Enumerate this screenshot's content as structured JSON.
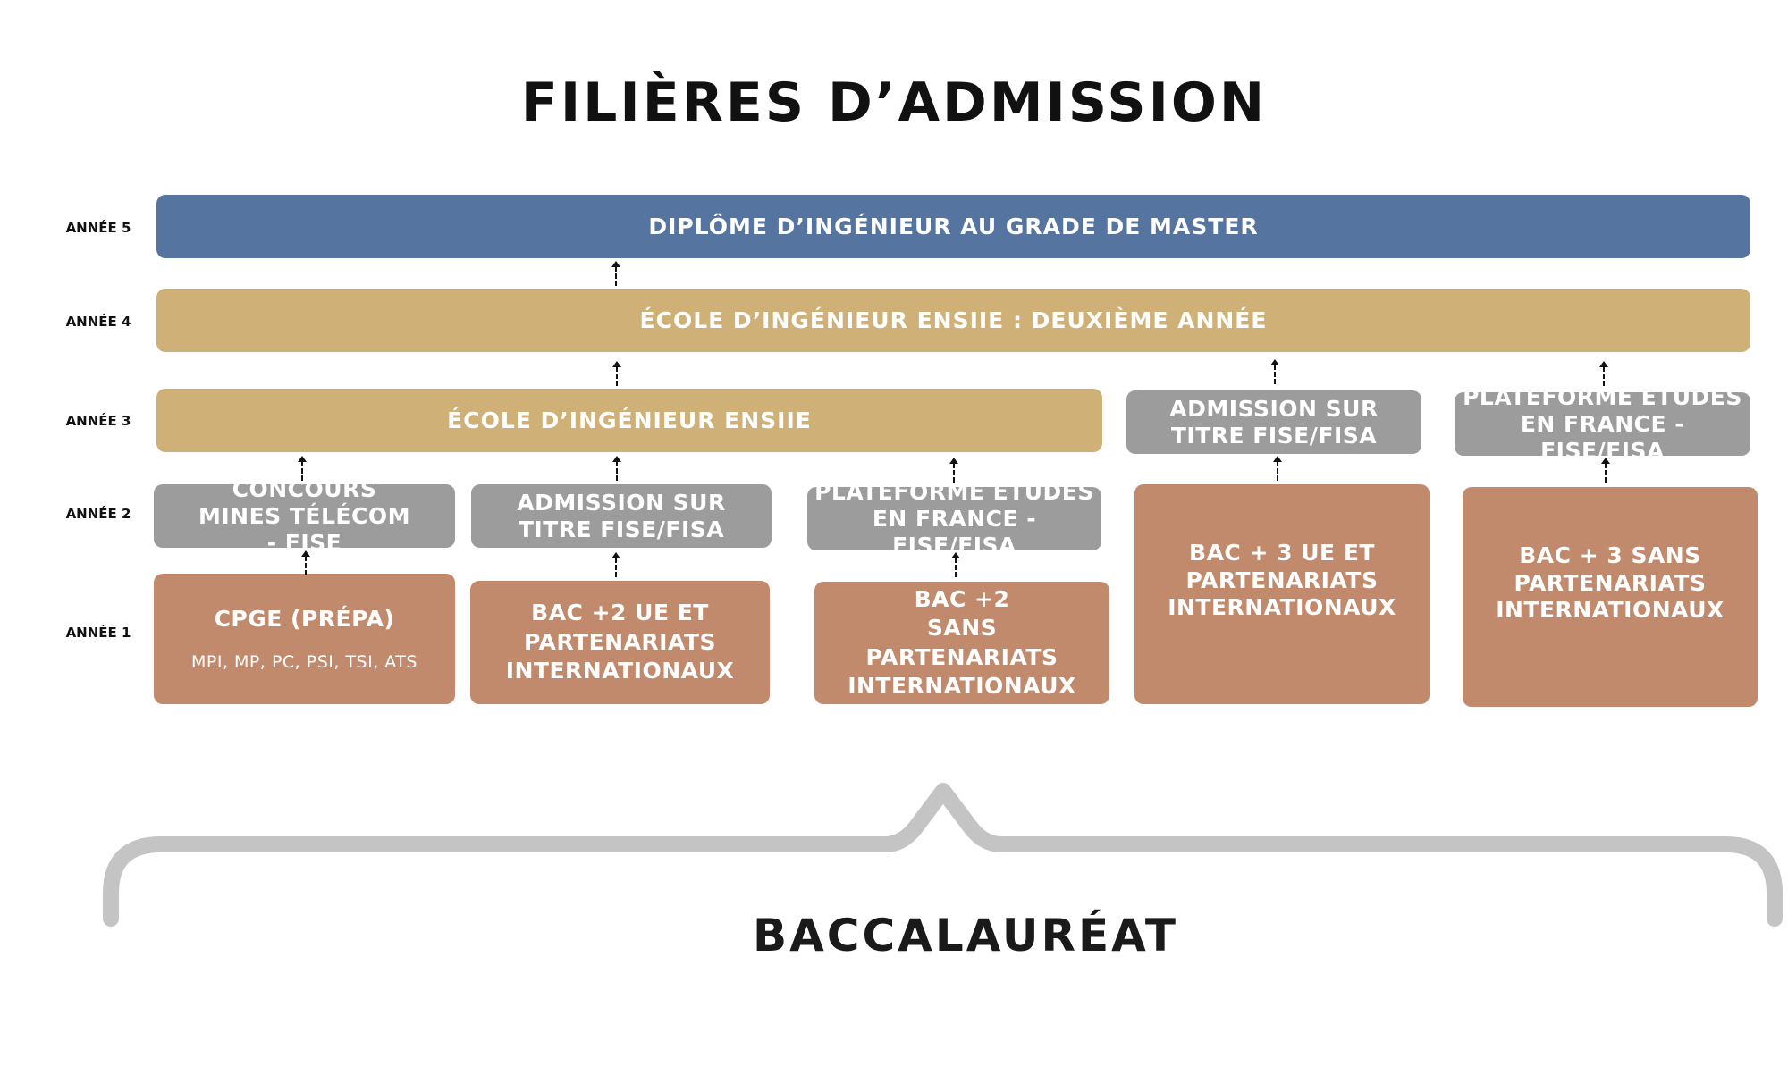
{
  "title": "FILIÈRES D’ADMISSION",
  "years": {
    "y5": "ANNÉE 5",
    "y4": "ANNÉE 4",
    "y3": "ANNÉE 3",
    "y2": "ANNÉE 2",
    "y1": "ANNÉE 1"
  },
  "level5": {
    "diplome": "DIPLÔME D’INGÉNIEUR AU GRADE DE MASTER"
  },
  "level4": {
    "ecole_2a": "ÉCOLE D’INGÉNIEUR ENSIIE : DEUXIÈME ANNÉE"
  },
  "level3": {
    "ecole": "ÉCOLE D’INGÉNIEUR ENSIIE",
    "admission_titre": "ADMISSION SUR TITRE FISE/FISA",
    "plateforme": "PLATEFORME ÉTUDES EN FRANCE - FISE/FISA"
  },
  "level2": {
    "concours": "CONCOURS MINES TÉLÉCOM - FISE",
    "admission_titre": "ADMISSION SUR TITRE FISE/FISA",
    "plateforme": "PLATEFORME ÉTUDES EN FRANCE - FISE/FISA",
    "bac3_ue": "BAC + 3 UE ET PARTENARIATS INTERNATIONAUX",
    "bac3_sans": "BAC + 3 SANS PARTENARIATS INTERNATIONAUX"
  },
  "level1": {
    "cpge": "CPGE (PRÉPA)",
    "cpge_sub": "MPI, MP, PC, PSI, TSI, ATS",
    "bac2_ue": "BAC +2 UE ET PARTENARIATS INTERNATIONAUX",
    "bac2_sans_line1": "BAC +2",
    "bac2_sans_line2": "SANS PARTENARIATS INTERNATIONAUX"
  },
  "baccalaureat": "BACCALAURÉAT",
  "colors": {
    "blue": "#5674a0",
    "gold": "#cfb178",
    "grey": "#9c9c9c",
    "brown": "#c28a6c",
    "brace": "#c4c4c4"
  }
}
